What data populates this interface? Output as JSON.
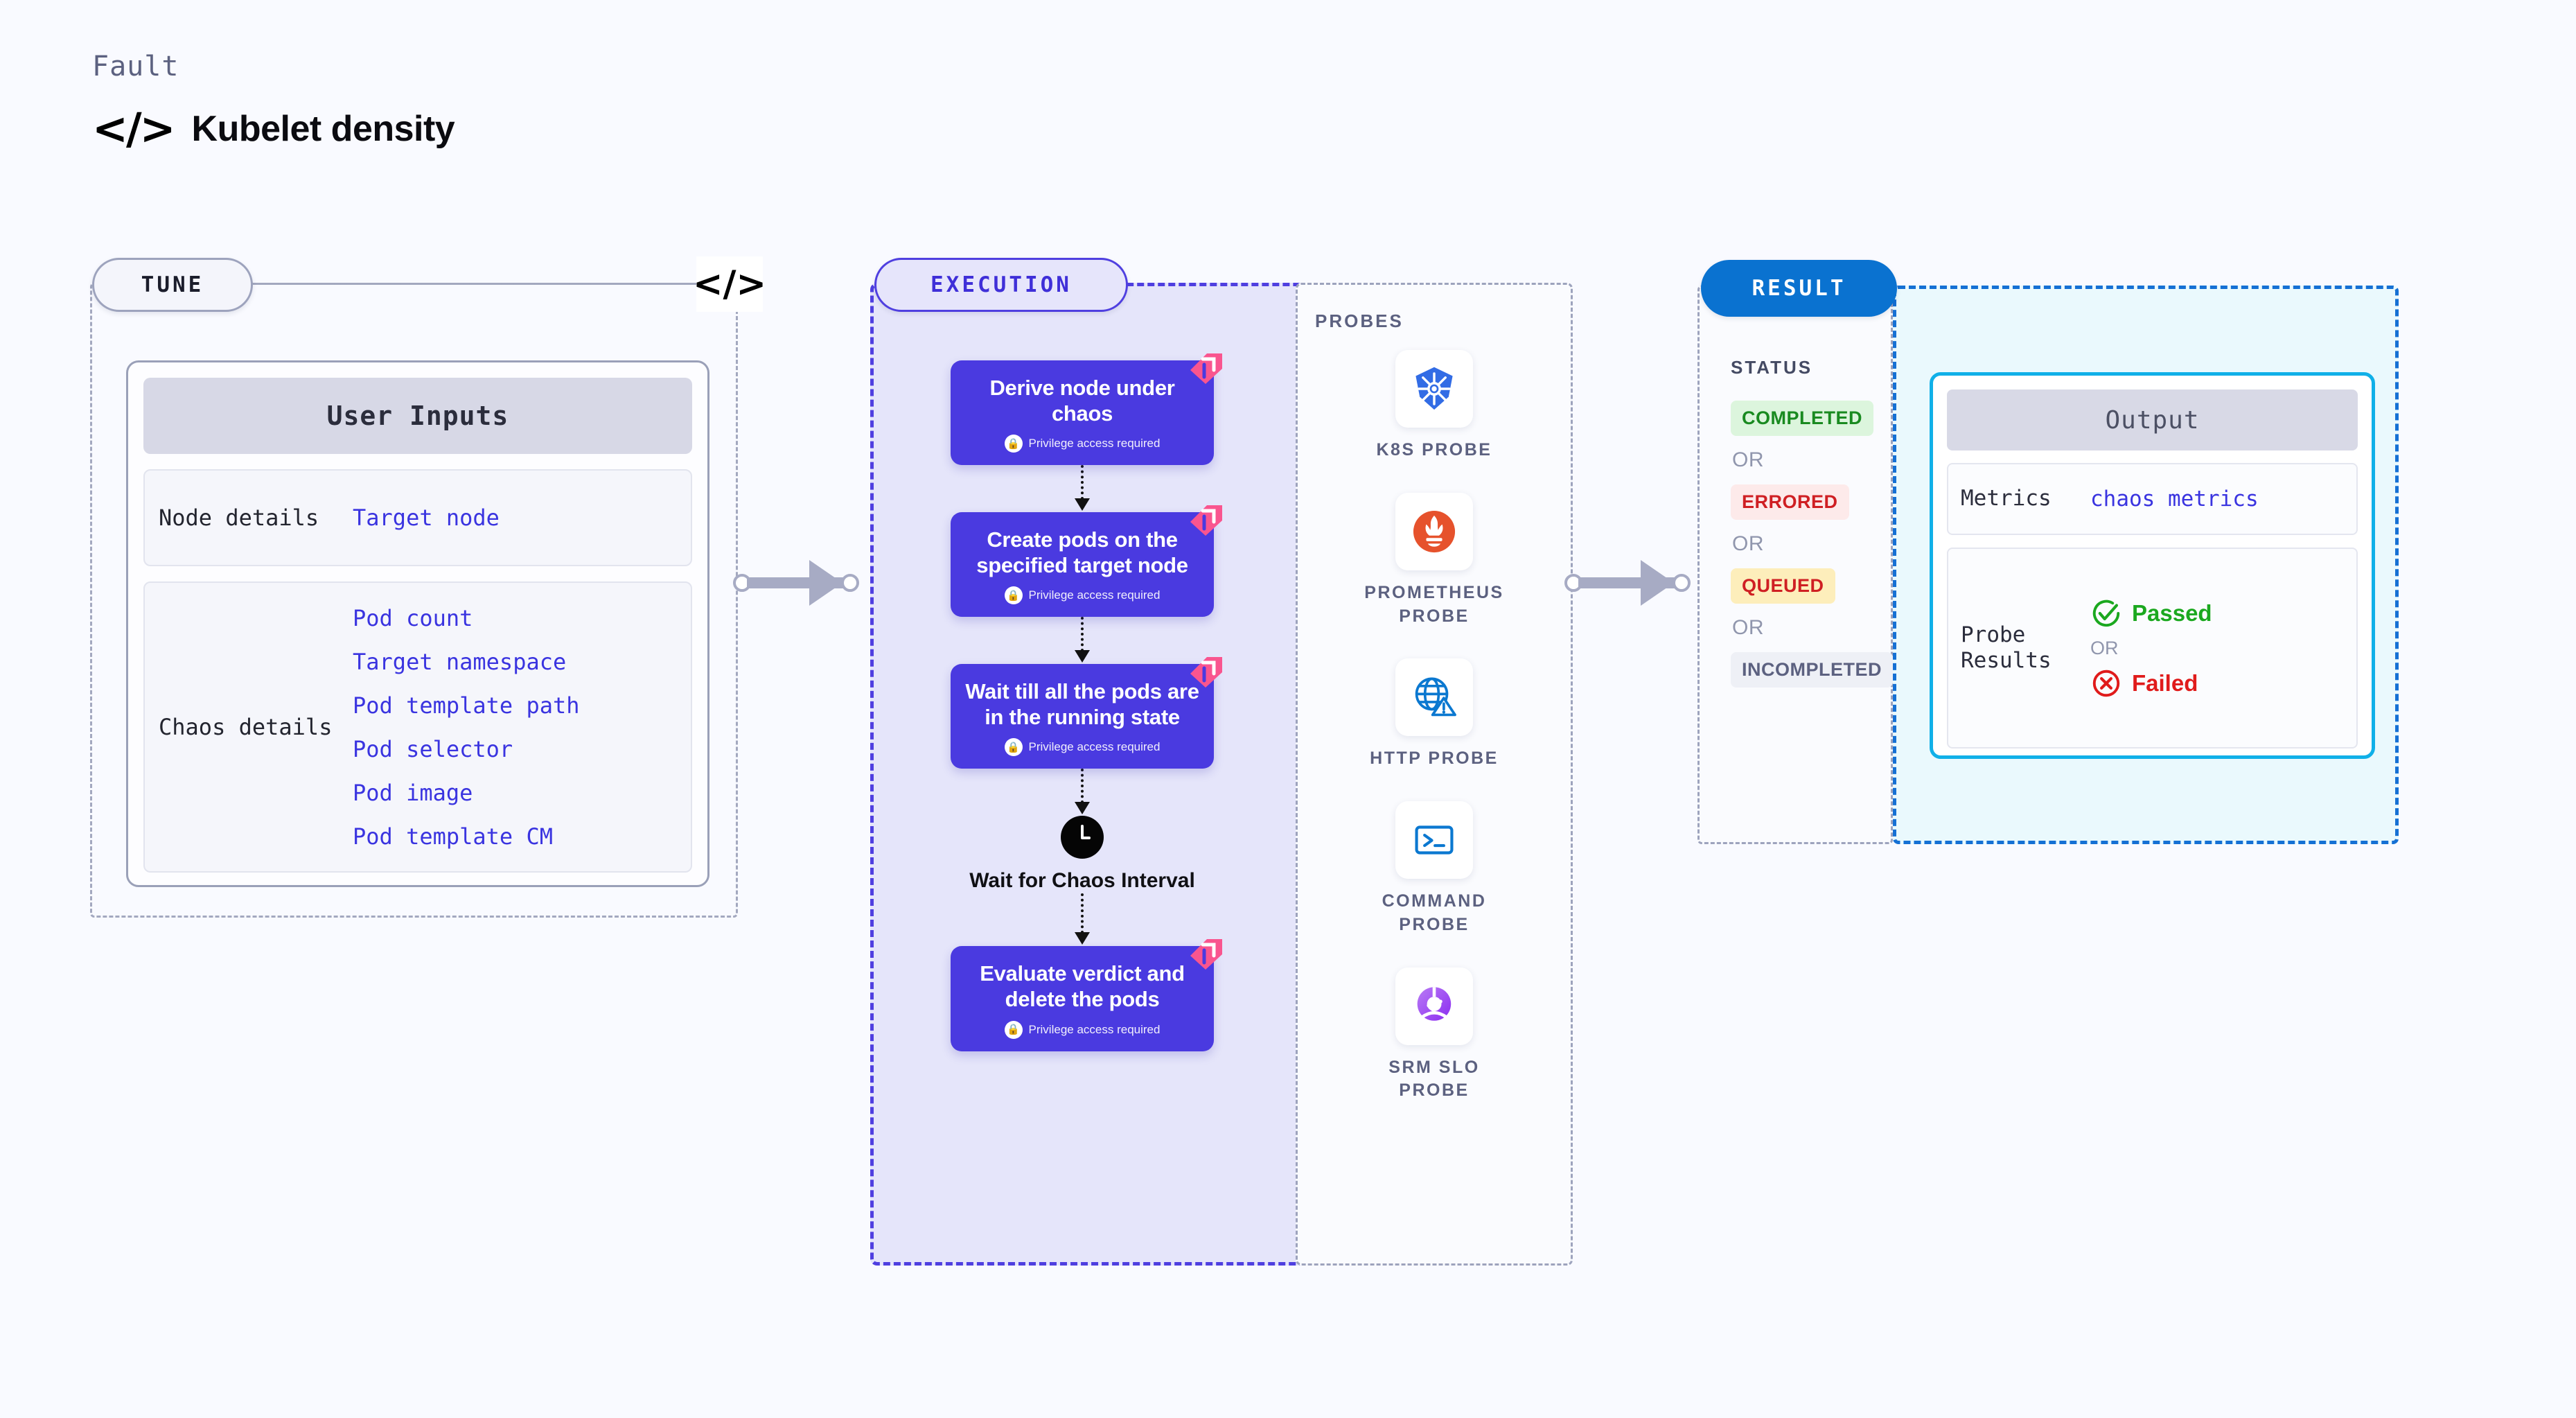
{
  "header": {
    "kicker": "Fault",
    "code_icon": "</>",
    "title": "Kubelet density"
  },
  "tune": {
    "badge": "TUNE",
    "code_icon": "</>",
    "card_title": "User Inputs",
    "rows": [
      {
        "label": "Node details",
        "values": [
          "Target node"
        ]
      },
      {
        "label": "Chaos details",
        "values": [
          "Pod count",
          "Target namespace",
          "Pod template path",
          "Pod selector",
          "Pod image",
          "Pod template CM"
        ]
      }
    ]
  },
  "execution": {
    "badge": "EXECUTION",
    "privilege_note": "Privilege access required",
    "nodes": [
      {
        "title": "Derive node under chaos",
        "privileged": true
      },
      {
        "title": "Create pods on the specified target node",
        "privileged": true
      },
      {
        "title": "Wait till all the pods are in the running state",
        "privileged": true
      }
    ],
    "wait_step": {
      "icon": "clock-icon",
      "label": "Wait for Chaos Interval"
    },
    "final_node": {
      "title": "Evaluate verdict and delete the pods",
      "privileged": true
    }
  },
  "probes": {
    "title": "PROBES",
    "items": [
      {
        "label": "K8S PROBE",
        "icon": "kubernetes-icon"
      },
      {
        "label": "PROMETHEUS PROBE",
        "icon": "prometheus-icon"
      },
      {
        "label": "HTTP PROBE",
        "icon": "http-globe-icon"
      },
      {
        "label": "COMMAND PROBE",
        "icon": "terminal-icon"
      },
      {
        "label": "SRM SLO PROBE",
        "icon": "srm-slo-icon"
      }
    ]
  },
  "result": {
    "badge": "RESULT",
    "status_title": "STATUS",
    "or_label": "OR",
    "statuses": [
      {
        "label": "COMPLETED",
        "bg": "#dcf5dd",
        "fg": "#198a20"
      },
      {
        "label": "ERRORED",
        "bg": "#fdeaea",
        "fg": "#cf1f23"
      },
      {
        "label": "QUEUED",
        "bg": "#fdeebb",
        "fg": "#cf1f23"
      },
      {
        "label": "INCOMPLETED",
        "bg": "#eef0f6",
        "fg": "#5c6180"
      }
    ],
    "output": {
      "title": "Output",
      "metrics_label": "Metrics",
      "metrics_value": "chaos metrics",
      "probe_results_label": "Probe Results",
      "passed_label": "Passed",
      "failed_label": "Failed",
      "or_label": "OR"
    }
  },
  "colors": {
    "page_bg": "#f9faff",
    "flow_node": "#4a3ae0",
    "flag_pink": "#f9558f",
    "exec_bg": "#e5e5fa",
    "exec_border": "#4f3fe0",
    "result_badge": "#0a72d0",
    "output_border": "#10b0e8",
    "output_bg": "#eaf9fd",
    "mono_link": "#3a34e0",
    "passed_green": "#1ba81f",
    "failed_red": "#e01b1b"
  }
}
